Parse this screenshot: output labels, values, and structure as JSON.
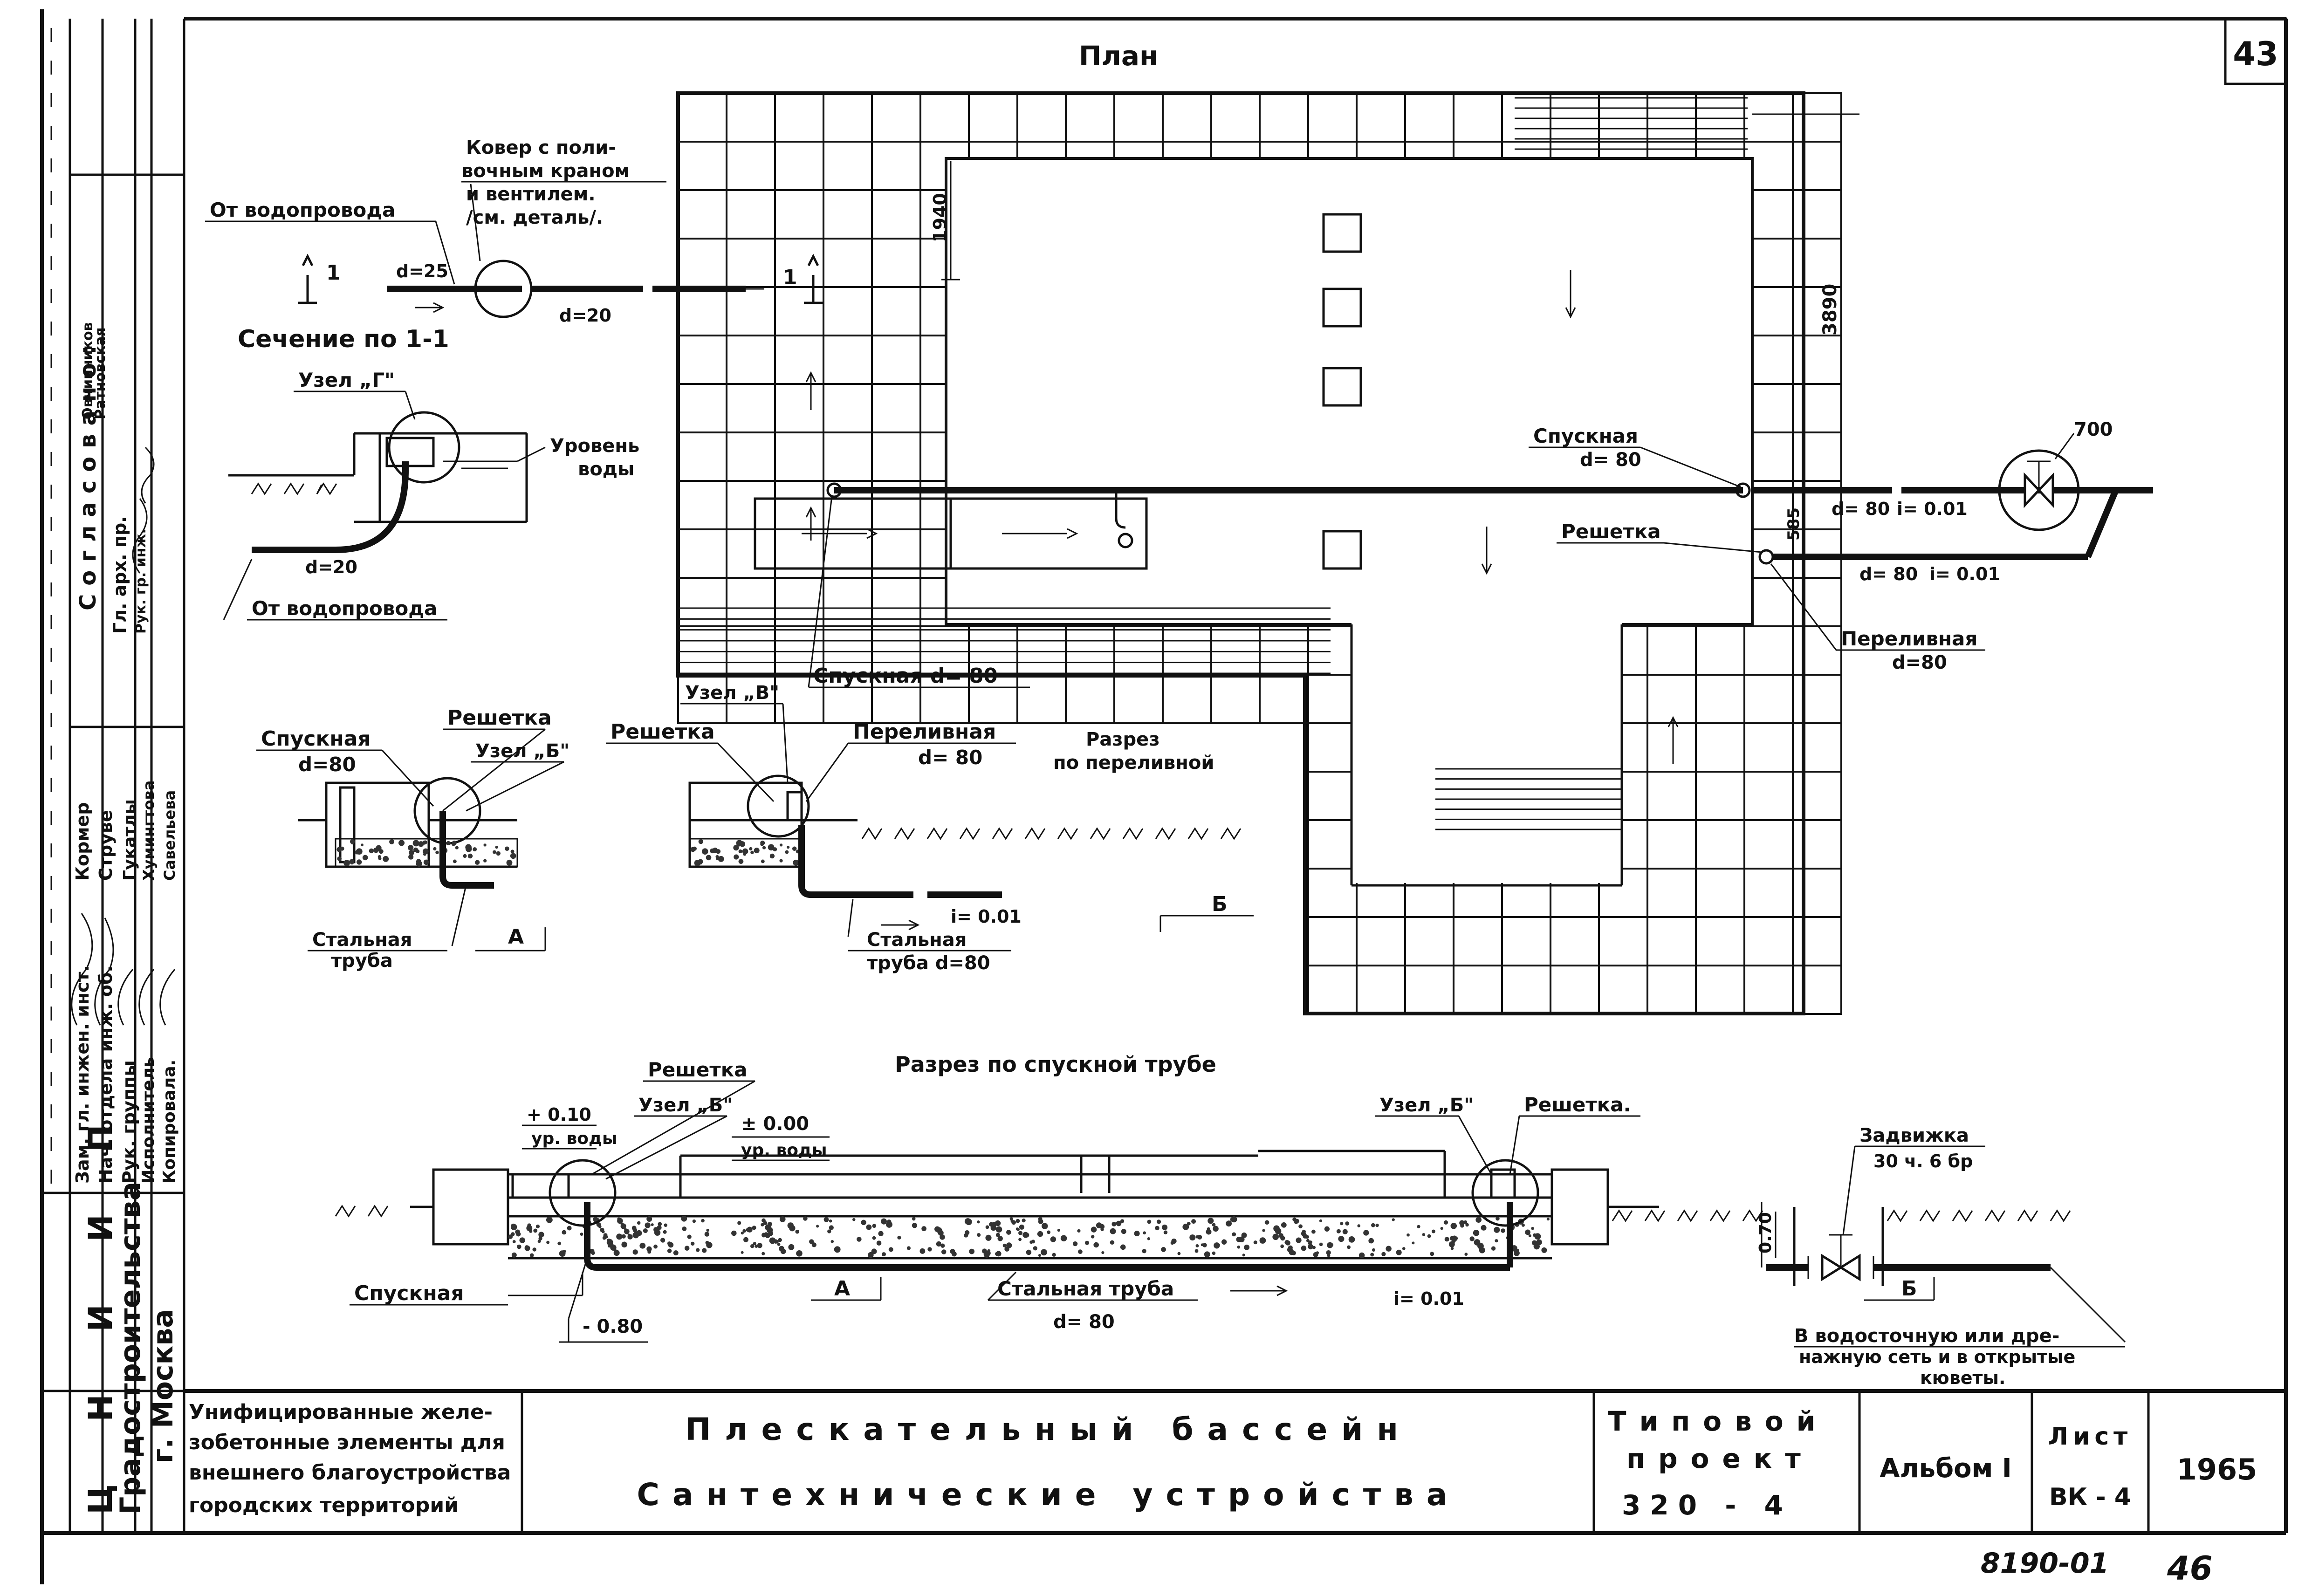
{
  "sheet_number": "43",
  "bottom_note_number": "8190-01",
  "bottom_page_number": "46",
  "plan": {
    "title": "План",
    "dim_1940": "1940",
    "dim_3890": "3890",
    "dim_585": "585",
    "dim_700": "700",
    "section_mark": "1",
    "carpet_label": [
      "Ковер с поли-",
      "вочным краном",
      "и вентилем.",
      "/см. деталь/."
    ],
    "from_water_supply": "От водопровода",
    "d25": "d=25",
    "d20": "d=20",
    "drain_label": "Спускная",
    "drain_d": "d= 80",
    "grate_label": "Решетка",
    "overflow_label": "Переливная",
    "overflow_d": "d=80",
    "pipe_d80_i1": "d= 80",
    "pipe_slope_1": "i= 0.01",
    "pipe_d80_i2": "d= 80",
    "pipe_slope_2": "i= 0.01",
    "drain_bottom": "Спускная  d= 80"
  },
  "section_1_1": {
    "title": "Сечение по 1-1",
    "node_g": "Узел „Г\"",
    "water_level": [
      "Уровень",
      "воды"
    ],
    "d20": "d=20",
    "from_water_supply": "От водопровода"
  },
  "node_b_detail": {
    "drain_label": "Спускная",
    "drain_d": "d=80",
    "grate_label": "Решетка",
    "node_label": "Узел „Б\"",
    "steel_pipe": [
      "Стальная",
      "труба"
    ],
    "mark_a": "А"
  },
  "node_v_detail": {
    "node_label": "Узел „В\"",
    "grate_label": "Решетка",
    "overflow_label": "Переливная",
    "overflow_d": "d= 80",
    "section_title": [
      "Разрез",
      "по переливной"
    ],
    "slope": "i= 0.01",
    "steel_pipe": [
      "Стальная",
      "труба  d=80"
    ],
    "mark_b": "Б"
  },
  "long_section": {
    "title": "Разрез по спускной трубе",
    "grate_left": "Решетка",
    "node_b_left": "Узел „Б\"",
    "level_plus": "+ 0.10",
    "water_level_1": "ур. воды",
    "level_zero": "± 0.00",
    "water_level_2": "ур. воды",
    "node_b_right": "Узел „Б\"",
    "grate_right": "Решетка.",
    "valve": [
      "Задвижка",
      "30 ч. 6 бр"
    ],
    "dim_070": "0.70",
    "drain_label": "Спускная",
    "level_minus": "- 0.80",
    "mark_a": "А",
    "steel_pipe": "Стальная  труба",
    "steel_pipe_d": "d= 80",
    "slope": "i= 0.01",
    "mark_b": "Б",
    "outlet_note": [
      "В водосточную или дре-",
      "нажную сеть и в открытые",
      "кюветы."
    ]
  },
  "left_strip": {
    "approval_title": "Согласовано:",
    "roles": [
      "Гл. арх. пр.",
      "Рук. гр. инж."
    ],
    "names": [
      "Овчинников",
      "Ратновская"
    ],
    "staff_roles": [
      "Зам. гл. инжен. инст.",
      "Нач. отдела инж. об.",
      "Рук. группы",
      "Исполнитель",
      "Копировала."
    ],
    "staff_names": [
      "Кормер",
      "Струве",
      "Гукатлы",
      "Хумингтова",
      "Савельева"
    ],
    "institute": [
      "Ц Н И И П",
      "Градостроительства",
      "г. Москва"
    ]
  },
  "title_block": {
    "series": [
      "Унифицированные желе-",
      "зобетонные элементы для",
      "внешнего благоустройства",
      "городских территорий"
    ],
    "title": "Плескательный  бассейн",
    "subtitle": "Сантехнические  устройства",
    "project": [
      "Типовой",
      "проект",
      "320 - 4"
    ],
    "album": "Альбом I",
    "sheet_label": "Лист",
    "sheet_code": "ВК - 4",
    "year": "1965"
  }
}
